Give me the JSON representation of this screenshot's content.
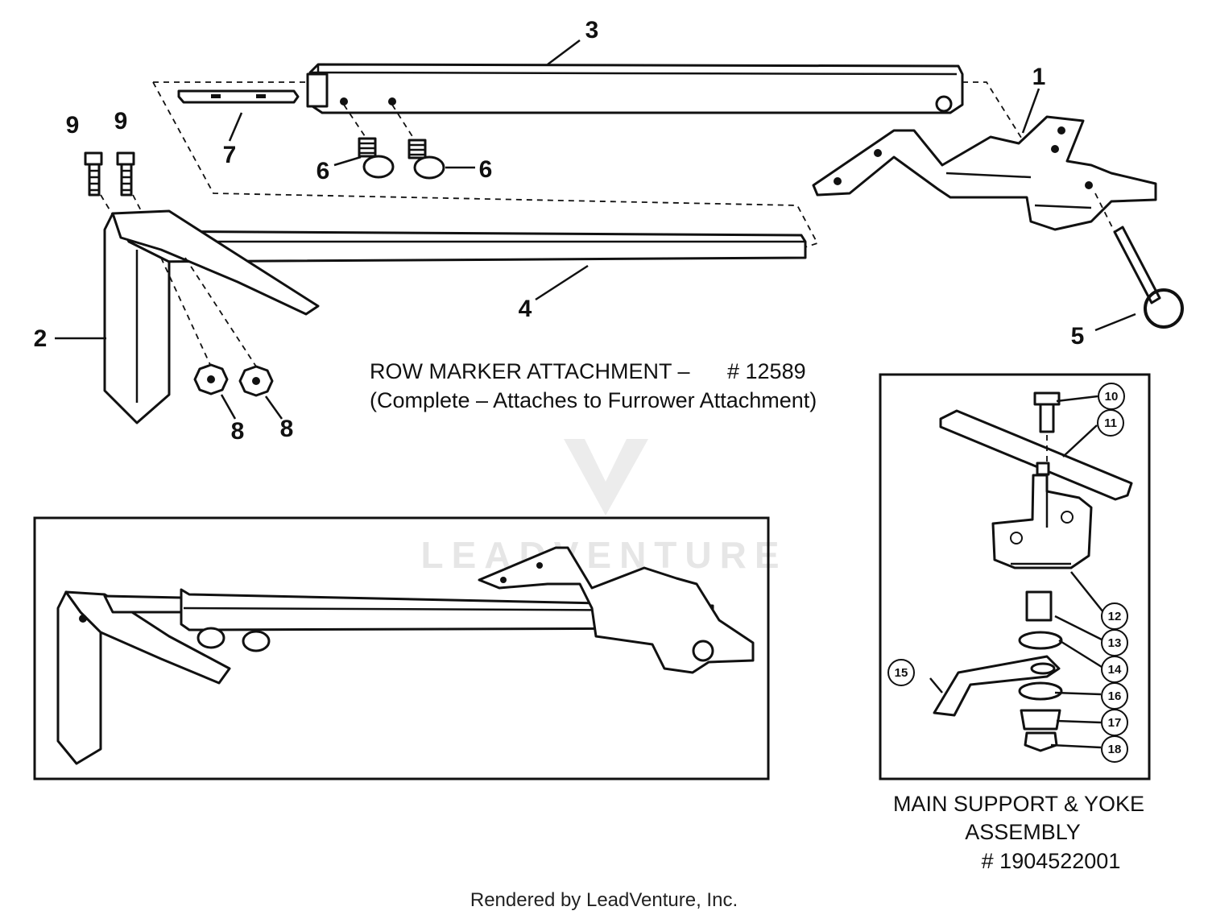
{
  "main_title": "ROW MARKER ATTACHMENT –",
  "main_part_no": "# 12589",
  "main_subtitle": "(Complete – Attaches to Furrower Attachment)",
  "assembly_title_line1": "MAIN SUPPORT & YOKE",
  "assembly_title_line2": "ASSEMBLY",
  "assembly_part_no": "# 1904522001",
  "footer": "Rendered by LeadVenture, Inc.",
  "watermark": "LEADVENTURE",
  "callouts": {
    "c1": "1",
    "c2": "2",
    "c3": "3",
    "c4": "4",
    "c5": "5",
    "c6a": "6",
    "c6b": "6",
    "c7": "7",
    "c8a": "8",
    "c8b": "8",
    "c9a": "9",
    "c9b": "9"
  },
  "circled": {
    "c10": "10",
    "c11": "11",
    "c12": "12",
    "c13": "13",
    "c14": "14",
    "c15": "15",
    "c16": "16",
    "c17": "17",
    "c18": "18"
  }
}
